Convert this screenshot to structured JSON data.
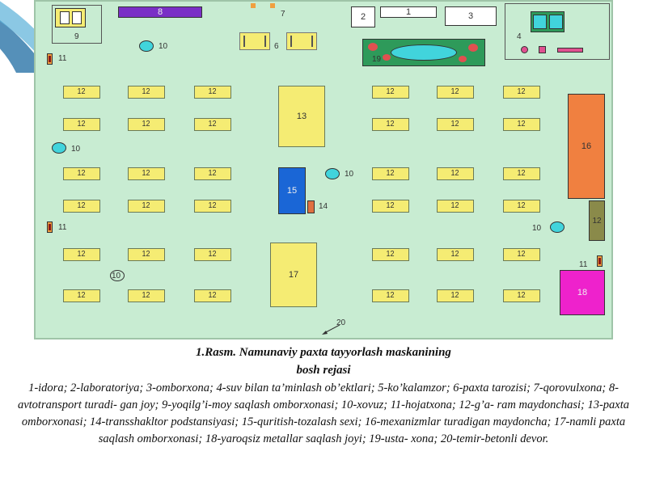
{
  "plan": {
    "labels": {
      "l1": "1",
      "l2": "2",
      "l3": "3",
      "l4": "4",
      "l6": "6",
      "l7": "7",
      "l8": "8",
      "l9": "9",
      "l10": "10",
      "l11": "11",
      "l12": "12",
      "l13": "13",
      "l14": "14",
      "l15": "15",
      "l16": "16",
      "l17": "17",
      "l18": "18",
      "l19": "19",
      "l20": "20"
    }
  },
  "caption": {
    "title_line1": "1.Rasm. Namunaviy  paxta  tayyorlash  maskanining",
    "title_line2": "bosh  rejasi",
    "legend": "1-idora; 2-laboratoriya; 3-omborxona; 4-suv bilan ta’minlash ob’ektlari;    5-ko’kalamzor;  6-paxta tarozisi;  7-qorovulxona; 8-avtotransport  turadi- gan  joy; 9-yoqilg’i-moy  saqlash  omborxonasi; 10-xovuz; 11-hojatxona; 12-g’a- ram  maydonchasi; 13-paxta omborxonasi; 14-transshakltor podstansiyasi; 15-quritish-tozalash sexi; 16-mexanizmlar turadigan  maydoncha; 17-namli  paxta  saqlash omborxonasi; 18-yaroqsiz  metallar  saqlash  joyi; 19-usta- xona; 20-temir-betonli  devor."
  },
  "colors": {
    "ground": "#c8ecd2",
    "pad": "#f5ec73",
    "warehouse": "#f5ec73",
    "dryer": "#1a66d6",
    "machinery": "#f08040",
    "scrap": "#ee22cc",
    "workshop": "#8a8a4a",
    "pond": "#41d4dc",
    "parking": "#7a2fc6",
    "greenery": "#2e9a5a"
  }
}
